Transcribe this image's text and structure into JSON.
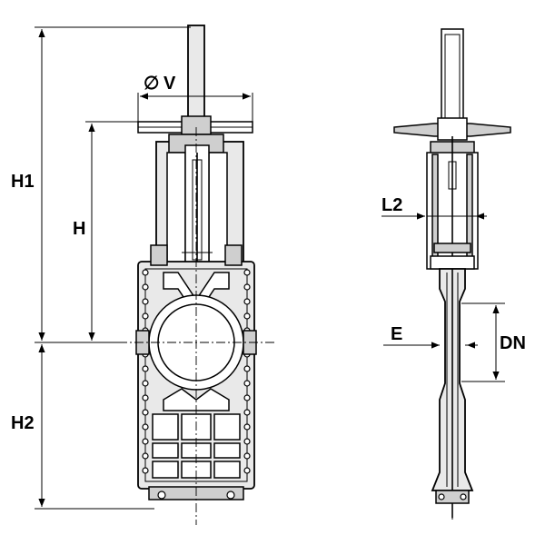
{
  "labels": {
    "h1": "H1",
    "h": "H",
    "h2": "H2",
    "v_symbol": "∅",
    "v": "V",
    "l2": "L2",
    "e": "E",
    "dn": "DN"
  },
  "colors": {
    "line": "#000000",
    "fill_light": "#e9e9e9",
    "fill_dark": "#cfcfcf",
    "background": "#ffffff"
  }
}
